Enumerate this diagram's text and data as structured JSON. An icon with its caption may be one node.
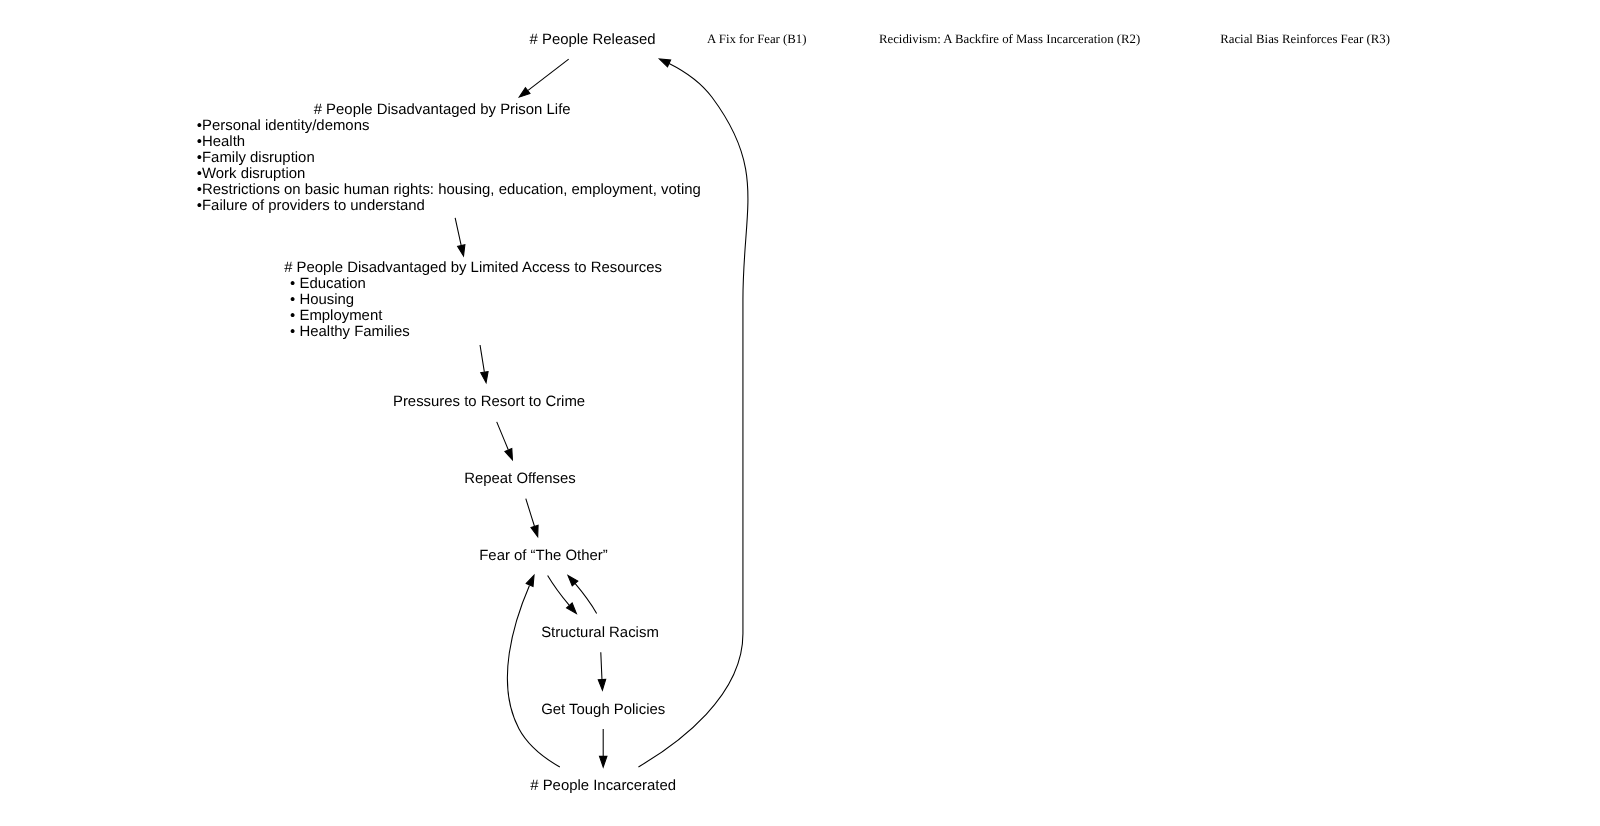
{
  "diagram": {
    "nodes": [
      {
        "text": [
          "# People Released"
        ]
      },
      {
        "text": [
          "# People Incarcerated"
        ]
      },
      {
        "text": [
          "# People Disadvantaged by Prison Life",
          "•Personal identity/demons",
          "•Health",
          "•Family disruption",
          "•Work disruption",
          "•Restrictions on basic human rights: housing, education, employment, voting",
          "•Failure of providers to understand"
        ]
      },
      {
        "text": [
          "# People Disadvantaged by Limited Access to Resources",
          "• Education",
          "• Housing",
          "• Employment",
          "• Healthy Families"
        ]
      },
      {
        "text": [
          "Pressures to Resort to Crime"
        ]
      },
      {
        "text": [
          "Repeat Offenses"
        ]
      },
      {
        "text": [
          "Fear of “The Other”"
        ]
      },
      {
        "text": [
          "Structural Racism"
        ]
      },
      {
        "text": [
          "Get Tough Policies"
        ]
      }
    ],
    "edges": [
      {
        "from": 1,
        "to": 0,
        "arrow": "to"
      },
      {
        "from": 0,
        "to": 2,
        "arrow": "to"
      },
      {
        "from": 2,
        "to": 3,
        "arrow": "to"
      },
      {
        "from": 3,
        "to": 4,
        "arrow": "to"
      },
      {
        "from": 4,
        "to": 5,
        "arrow": "to"
      },
      {
        "from": 5,
        "to": 6,
        "arrow": "to"
      },
      {
        "from": 1,
        "to": 6,
        "arrow": "to"
      },
      {
        "from": 6,
        "to": 7,
        "arrow": "to"
      },
      {
        "from": 7,
        "to": 6,
        "arrow": "to"
      },
      {
        "from": 7,
        "to": 8,
        "arrow": "to"
      },
      {
        "from": 8,
        "to": 1,
        "arrow": "to"
      }
    ],
    "labels": [
      "A Fix for Fear (B1)",
      "Recidivism: A Backfire of Mass Incarceration (R2)",
      "Racial Bias Reinforces Fear (R3)"
    ]
  }
}
